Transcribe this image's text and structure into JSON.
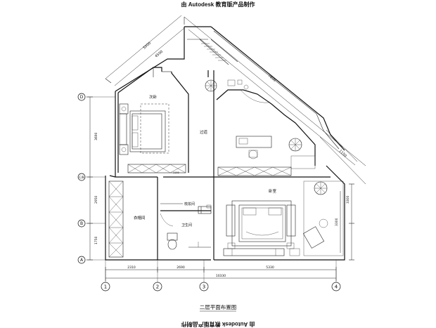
{
  "watermark": {
    "top": "由 Autodesk 教育版产品制作",
    "bottom": "由 Autodesk 教育版产品制作"
  },
  "title": "二层平面布置图",
  "rooms": {
    "bedroom2": "次卧",
    "corridor": "过道",
    "master": "卧室",
    "cloakroom": "衣帽间",
    "bath": "卫生间",
    "dressing": "梳妆间"
  },
  "axes": {
    "rows": [
      "D",
      "C/B",
      "B",
      "A"
    ],
    "cols": [
      "1",
      "2",
      "3",
      "4"
    ]
  },
  "dims": {
    "bottom": [
      "2310",
      "2690",
      "5330"
    ],
    "bottom_total": "10330",
    "left": [
      "3690",
      "2950",
      "1750"
    ],
    "right": [
      "3300",
      "3300"
    ],
    "top_outer": "5000",
    "top_inner": "4500",
    "diag_outer": "7800",
    "small": "1150"
  }
}
